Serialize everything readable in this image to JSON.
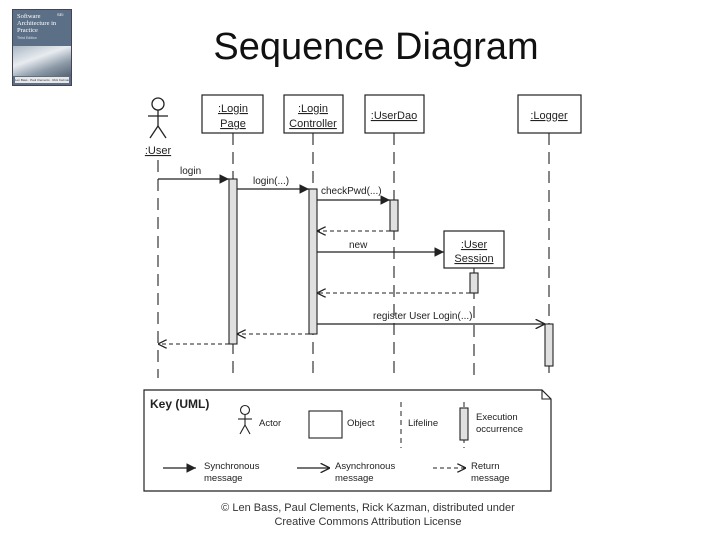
{
  "slide": {
    "title": "Sequence Diagram",
    "copyright": "© Len Bass, Paul Clements, Rick Kazman, distributed under Creative Commons Attribution License"
  },
  "book": {
    "title": "Software Architecture in Practice",
    "edition": "Third Edition",
    "series": "SEI",
    "authors": "Len Bass · Paul Clements · Rick Kazman"
  },
  "diagram": {
    "participants": {
      "user": ":User",
      "login_page": [
        ":Login",
        "Page"
      ],
      "login_controller": [
        ":Login",
        "Controller"
      ],
      "user_dao": ":UserDao",
      "logger": ":Logger",
      "user_session": [
        ":User",
        "Session"
      ]
    },
    "messages": {
      "login": "login",
      "login_call": "login(...)",
      "check_pwd": "checkPwd(...)",
      "new": "new",
      "register": "register User Login(...)"
    },
    "key": {
      "title": "Key (UML)",
      "actor": "Actor",
      "object": "Object",
      "lifeline": "Lifeline",
      "execution": [
        "Execution",
        "occurrence"
      ],
      "sync": [
        "Synchronous",
        "message"
      ],
      "async": [
        "Asynchronous",
        "message"
      ],
      "return": [
        "Return",
        "message"
      ]
    }
  }
}
